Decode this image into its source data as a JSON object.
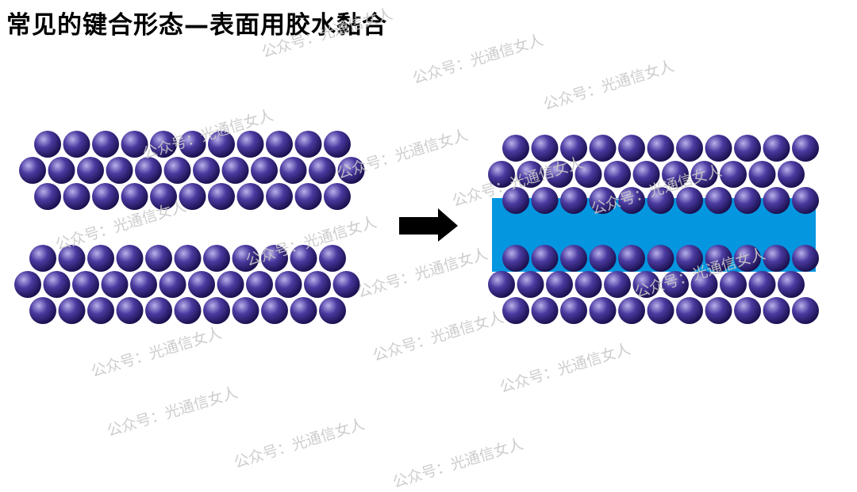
{
  "title": "常见的键合形态—表面用胶水黏合",
  "watermark": "公众号：光通信女人",
  "colors": {
    "sphere_highlight": "#b8b0ea",
    "sphere_mid": "#4a3aa0",
    "sphere_dark": "#1a104e",
    "glue": "#0596e0",
    "arrow": "#000000",
    "watermark": "#c8c8c8"
  },
  "diagram": {
    "arrow": "right-pointing-arrow",
    "left": {
      "layers": 2,
      "rows_per_layer": 3,
      "spheres_per_row": [
        11,
        12,
        11
      ],
      "state": "separated"
    },
    "right": {
      "layers": 2,
      "rows_per_layer": 3,
      "spheres_per_row": [
        11,
        11,
        11
      ],
      "state": "bonded-with-glue"
    }
  }
}
